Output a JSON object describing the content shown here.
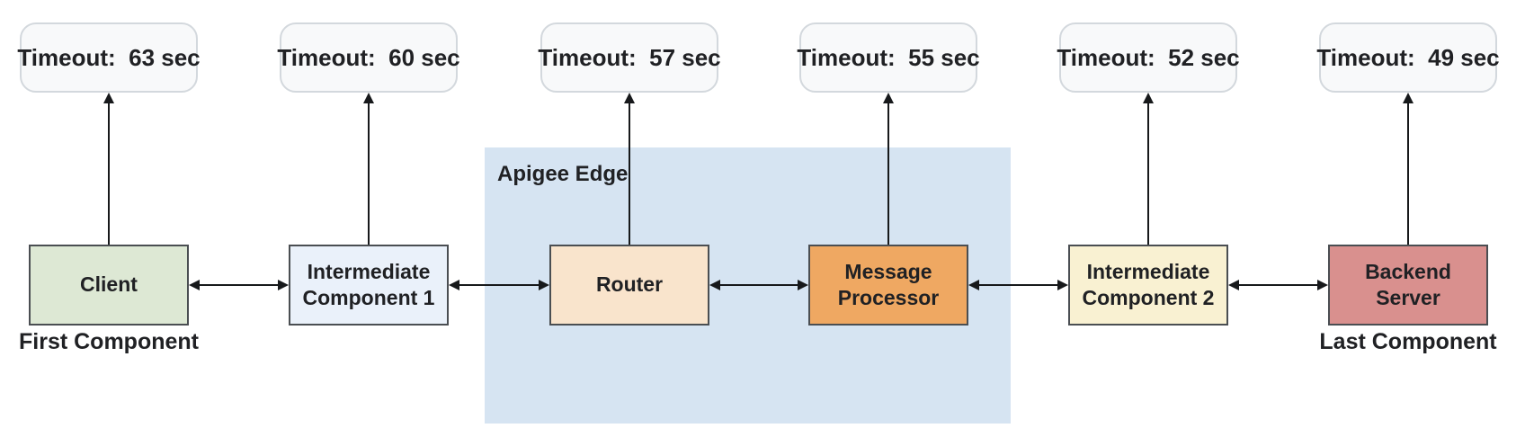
{
  "region": {
    "label": "Apigee Edge",
    "fill": "#d6e4f2"
  },
  "nodes": [
    {
      "name": "client",
      "label": "Client",
      "caption": "First Component",
      "fill": "#dde8d4",
      "timeout": "Timeout:  63 sec"
    },
    {
      "name": "intermediate-component-1",
      "label": "Intermediate\nComponent 1",
      "fill": "#eaf1fa",
      "timeout": "Timeout:  60 sec"
    },
    {
      "name": "router",
      "label": "Router",
      "fill": "#f9e4cc",
      "timeout": "Timeout:  57 sec",
      "inside_region": true
    },
    {
      "name": "message-processor",
      "label": "Message\nProcessor",
      "fill": "#efa862",
      "timeout": "Timeout:  55 sec",
      "inside_region": true
    },
    {
      "name": "intermediate-component-2",
      "label": "Intermediate\nComponent 2",
      "fill": "#f9f1d2",
      "timeout": "Timeout:  52 sec"
    },
    {
      "name": "backend-server",
      "label": "Backend\nServer",
      "caption": "Last Component",
      "fill": "#d9908e",
      "timeout": "Timeout:  49 sec"
    }
  ],
  "colors": {
    "region_fill": "#d6e4f2",
    "timeout_fill": "#f8f9fa",
    "timeout_border": "#d3d8dd",
    "node_border": "#4a4e52",
    "arrow": "#17191b",
    "text": "#202124"
  }
}
